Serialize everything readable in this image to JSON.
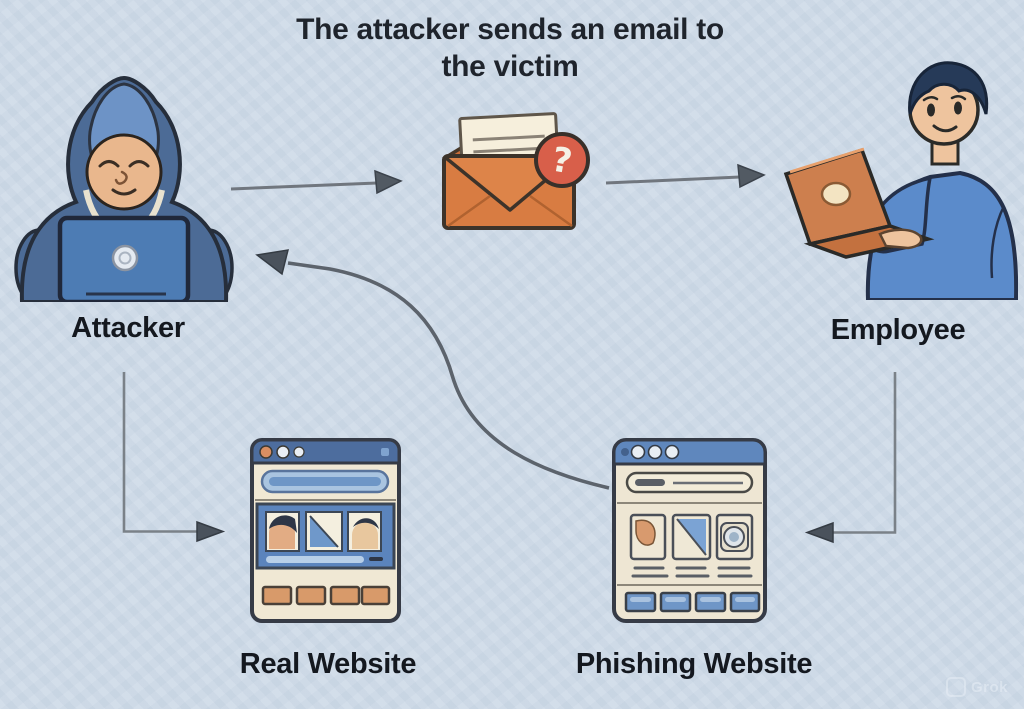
{
  "title": "The attacker sends an email to the victim",
  "nodes": {
    "attacker": {
      "label": "Attacker",
      "icon": "hooded-hacker-with-laptop"
    },
    "email": {
      "icon": "open-envelope-with-question-badge",
      "badge_glyph": "?"
    },
    "employee": {
      "label": "Employee",
      "icon": "man-typing-on-laptop"
    },
    "real_website": {
      "label": "Real Website",
      "icon": "browser-window-thumbnail"
    },
    "phishing_website": {
      "label": "Phishing Website",
      "icon": "browser-window-thumbnail"
    }
  },
  "arrows": [
    {
      "id": "attacker-to-email",
      "from": "attacker",
      "to": "email",
      "style": "straight"
    },
    {
      "id": "email-to-employee",
      "from": "email",
      "to": "employee",
      "style": "straight"
    },
    {
      "id": "attacker-to-real-website",
      "from": "attacker",
      "to": "real_website",
      "style": "elbow"
    },
    {
      "id": "employee-to-phishing-website",
      "from": "employee",
      "to": "phishing_website",
      "style": "elbow"
    },
    {
      "id": "phishing-website-to-attacker",
      "from": "phishing_website",
      "to": "attacker",
      "style": "s-curve"
    }
  ],
  "watermark": "Grok",
  "colors": {
    "background": "#cfdbe8",
    "title_text": "#1f242c",
    "arrow": "#6d737b",
    "arrow_head": "#4a525c",
    "hoodie_blue": "#4c6b96",
    "hood_inner_blue": "#6d93c6",
    "skin": "#e9b78d",
    "laptop_blue": "#4d7cb4",
    "laptop_orange": "#c97b4a",
    "sweater_blue": "#5b8bcb",
    "hair_navy": "#263a58",
    "envelope_orange": "#d87c42",
    "letter_cream": "#f6efdc",
    "badge_red": "#d85f4a",
    "browser_bar_blue": "#4d6d9e",
    "browser_body_cream": "#f0e8d4",
    "real_button_orange": "#d89a6a",
    "phishing_button_blue": "#6f96c7"
  }
}
